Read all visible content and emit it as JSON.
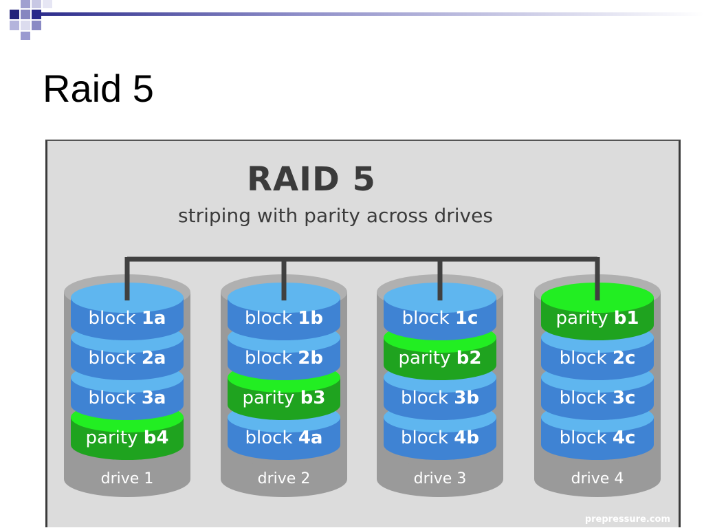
{
  "slide": {
    "title": "Raid 5"
  },
  "diagram": {
    "title": "RAID 5",
    "subtitle": "striping with parity across drives",
    "watermark": "prepressure.com",
    "colors": {
      "block": "#3f83d3",
      "block_light": "#5fb6ef",
      "parity": "#1fa31f",
      "parity_light": "#22ee22",
      "drive": "#9a9a9a",
      "bus": "#404040"
    },
    "drives": [
      {
        "label": "drive 1",
        "blocks": [
          {
            "type": "data",
            "word": "block",
            "id": "1a"
          },
          {
            "type": "data",
            "word": "block",
            "id": "2a"
          },
          {
            "type": "data",
            "word": "block",
            "id": "3a"
          },
          {
            "type": "parity",
            "word": "parity",
            "id": "b4"
          }
        ]
      },
      {
        "label": "drive 2",
        "blocks": [
          {
            "type": "data",
            "word": "block",
            "id": "1b"
          },
          {
            "type": "data",
            "word": "block",
            "id": "2b"
          },
          {
            "type": "parity",
            "word": "parity",
            "id": "b3"
          },
          {
            "type": "data",
            "word": "block",
            "id": "4a"
          }
        ]
      },
      {
        "label": "drive 3",
        "blocks": [
          {
            "type": "data",
            "word": "block",
            "id": "1c"
          },
          {
            "type": "parity",
            "word": "parity",
            "id": "b2"
          },
          {
            "type": "data",
            "word": "block",
            "id": "3b"
          },
          {
            "type": "data",
            "word": "block",
            "id": "4b"
          }
        ]
      },
      {
        "label": "drive 4",
        "blocks": [
          {
            "type": "parity",
            "word": "parity",
            "id": "b1"
          },
          {
            "type": "data",
            "word": "block",
            "id": "2c"
          },
          {
            "type": "data",
            "word": "block",
            "id": "3c"
          },
          {
            "type": "data",
            "word": "block",
            "id": "4c"
          }
        ]
      }
    ]
  }
}
